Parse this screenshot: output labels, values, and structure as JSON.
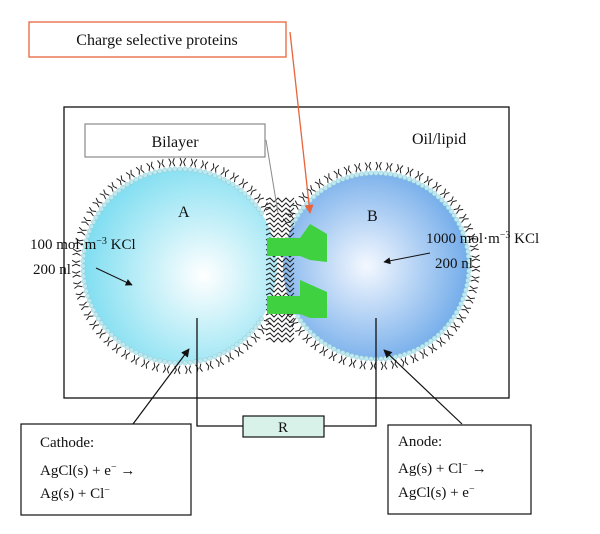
{
  "labels": {
    "charge_selective_proteins": "Charge selective proteins",
    "bilayer": "Bilayer",
    "oil_lipid": "Oil/lipid",
    "droplet_a": "A",
    "droplet_b": "B",
    "resistor": "R"
  },
  "droplet_a": {
    "concentration_value": "100 mol·m",
    "concentration_exp": "−3",
    "concentration_species": " KCl",
    "volume": "200 nl"
  },
  "droplet_b": {
    "concentration_value": "1000 mol·m",
    "concentration_exp": "−3",
    "concentration_species": " KCl",
    "volume": "200 nl"
  },
  "cathode": {
    "title": "Cathode:",
    "line1_main": "AgCl(s) + e",
    "line1_sup": "−",
    "line1_arrow": " →",
    "line2_main": "Ag(s) + Cl",
    "line2_sup": "−"
  },
  "anode": {
    "title": "Anode:",
    "line1_main": "Ag(s) + Cl",
    "line1_sup": "−",
    "line1_arrow": " →",
    "line2_main": "AgCl(s) + e",
    "line2_sup": "−"
  },
  "colors": {
    "highlight_border": "#e8643c",
    "highlight_arrow": "#e8643c",
    "protein_green": "#3fd13f",
    "droplet_a_edge": "#79dcf0",
    "droplet_a_center": "#ffffff",
    "droplet_b_edge": "#5b9ee6",
    "droplet_b_center": "#f4f8ff",
    "resistor_fill": "#d8f2ea",
    "lipid_head": "#bfe8ef",
    "bilayer_box_border": "#8a8a8a"
  }
}
